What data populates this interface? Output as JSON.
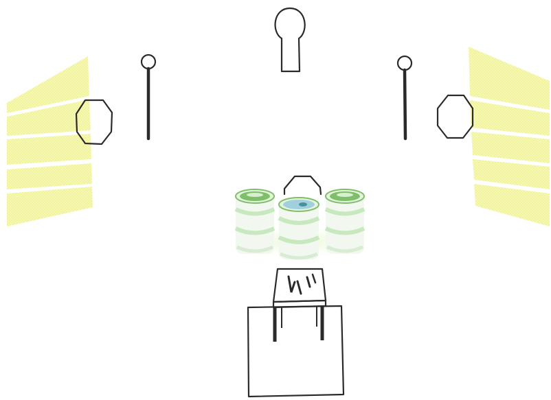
{
  "scene": {
    "kind": "first-person line-drawing room",
    "colors": {
      "background": "#ffffff",
      "line": "#2a2a2a",
      "wall_panel": "#f3f59a",
      "barrel_green": "#7fbf6a",
      "barrel_highlight": "#d8f0d0",
      "barrel_light_blue": "#9fd0dc"
    },
    "objects": [
      {
        "id": "top-target",
        "icon": "keyhole-target-icon"
      },
      {
        "id": "left-pin",
        "icon": "pin-lever-icon"
      },
      {
        "id": "right-pin",
        "icon": "pin-lever-icon"
      },
      {
        "id": "left-octagon",
        "icon": "octagon-target-icon"
      },
      {
        "id": "right-octagon",
        "icon": "octagon-target-icon"
      },
      {
        "id": "center-octagon",
        "icon": "octagon-target-icon"
      },
      {
        "id": "barrels",
        "count": 3
      },
      {
        "id": "crate-stool",
        "icon": "crate-icon"
      },
      {
        "id": "floor-pad",
        "icon": "platform-icon"
      }
    ]
  }
}
